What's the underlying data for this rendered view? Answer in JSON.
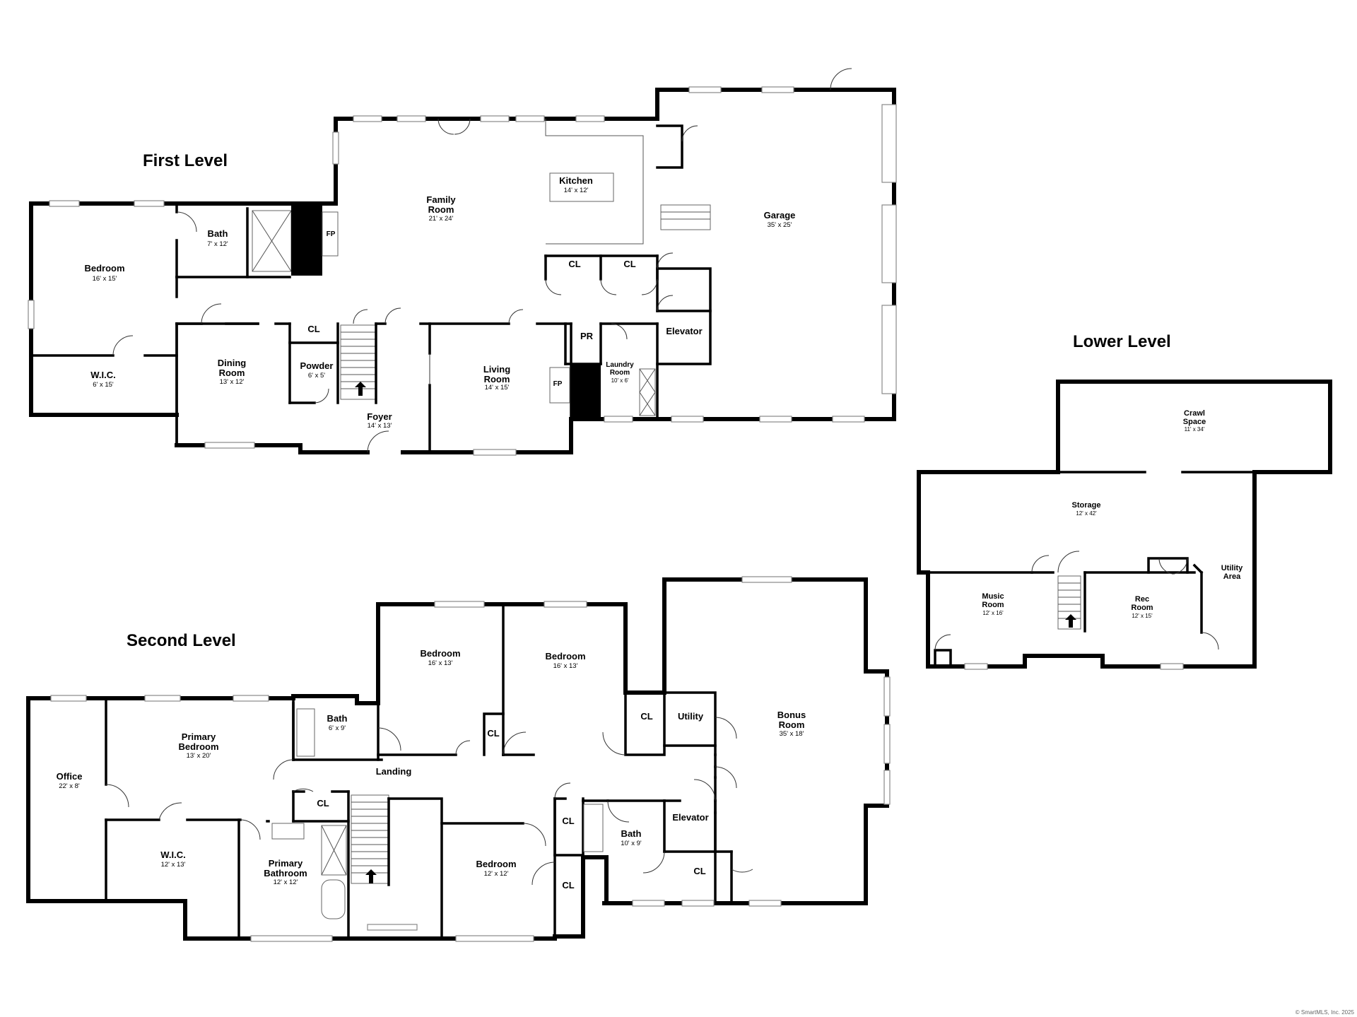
{
  "levels": {
    "first": "First Level",
    "lower": "Lower Level",
    "second": "Second Level"
  },
  "rooms": {
    "bedroom_first": {
      "name": "Bedroom",
      "dim": "16' x 15'"
    },
    "bath_first": {
      "name": "Bath",
      "dim": "7' x 12'"
    },
    "family_room": {
      "name": "Family\nRoom",
      "dim": "21' x 24'"
    },
    "kitchen": {
      "name": "Kitchen",
      "dim": "14' x 12'"
    },
    "garage": {
      "name": "Garage",
      "dim": "35' x 25'"
    },
    "wic_first": {
      "name": "W.I.C.",
      "dim": "6' x 15'"
    },
    "dining_room": {
      "name": "Dining\nRoom",
      "dim": "13' x 12'"
    },
    "powder": {
      "name": "Powder",
      "dim": "6' x 5'"
    },
    "foyer": {
      "name": "Foyer",
      "dim": "14' x 13'"
    },
    "living_room": {
      "name": "Living\nRoom",
      "dim": "14' x 15'"
    },
    "laundry_room": {
      "name": "Laundry\nRoom",
      "dim": "10' x 6'"
    },
    "cl_dining": {
      "name": "CL"
    },
    "cl_kitchen_a": {
      "name": "CL"
    },
    "cl_kitchen_b": {
      "name": "CL"
    },
    "pr": {
      "name": "PR"
    },
    "elevator_first": {
      "name": "Elevator"
    },
    "crawl_space": {
      "name": "Crawl\nSpace",
      "dim": "11' x 34'"
    },
    "storage": {
      "name": "Storage",
      "dim": "12' x 42'"
    },
    "utility_area": {
      "name": "Utility\nArea"
    },
    "music_room": {
      "name": "Music\nRoom",
      "dim": "12' x 16'"
    },
    "rec_room": {
      "name": "Rec\nRoom",
      "dim": "12' x 15'"
    },
    "bedroom_2a": {
      "name": "Bedroom",
      "dim": "16' x 13'"
    },
    "bedroom_2b": {
      "name": "Bedroom",
      "dim": "16' x 13'"
    },
    "bath_2a": {
      "name": "Bath",
      "dim": "6' x 9'"
    },
    "primary_bedroom": {
      "name": "Primary\nBedroom",
      "dim": "13' x 20'"
    },
    "office": {
      "name": "Office",
      "dim": "22' x 8'"
    },
    "bonus_room": {
      "name": "Bonus\nRoom",
      "dim": "35' x 18'"
    },
    "utility": {
      "name": "Utility"
    },
    "cl_2a": {
      "name": "CL"
    },
    "cl_2b": {
      "name": "CL"
    },
    "landing": {
      "name": "Landing"
    },
    "cl_2c": {
      "name": "CL"
    },
    "cl_2d": {
      "name": "CL"
    },
    "cl_2e": {
      "name": "CL"
    },
    "cl_2f": {
      "name": "CL"
    },
    "wic_second": {
      "name": "W.I.C.",
      "dim": "12' x 13'"
    },
    "primary_bathroom": {
      "name": "Primary\nBathroom",
      "dim": "12' x 12'"
    },
    "bedroom_2c": {
      "name": "Bedroom",
      "dim": "12' x 12'"
    },
    "bath_2b": {
      "name": "Bath",
      "dim": "10' x 9'"
    },
    "elevator_second": {
      "name": "Elevator"
    }
  },
  "fireplace_label": "FP",
  "copyright": "© SmartMLS, Inc. 2025"
}
